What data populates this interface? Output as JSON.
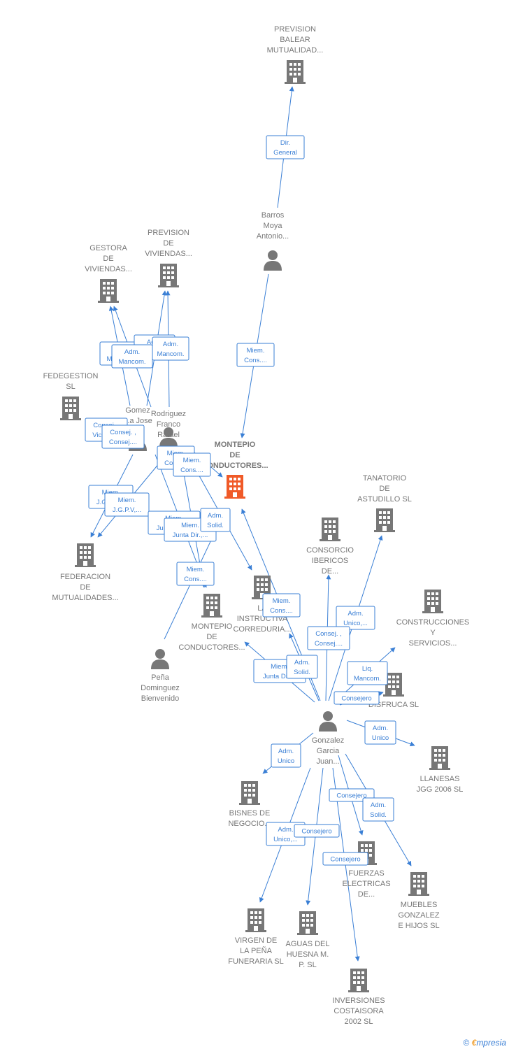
{
  "colors": {
    "node": "#777777",
    "focus": "#f05a28",
    "edge": "#3a7fd5"
  },
  "nodes": [
    {
      "id": "prevision_balear",
      "type": "company",
      "lines": [
        "PREVISION",
        "BALEAR",
        "MUTUALIDAD..."
      ]
    },
    {
      "id": "barros",
      "type": "person",
      "lines": [
        "Barros",
        "Moya",
        "Antonio..."
      ]
    },
    {
      "id": "gestora",
      "type": "company",
      "lines": [
        "GESTORA",
        "DE",
        "VIVIENDAS..."
      ]
    },
    {
      "id": "prevision_viviendas",
      "type": "company",
      "lines": [
        "PREVISION",
        "DE",
        "VIVIENDAS..."
      ]
    },
    {
      "id": "fedegestion",
      "type": "company",
      "lines": [
        "FEDEGESTION",
        "SL"
      ]
    },
    {
      "id": "gomez",
      "type": "person",
      "lines": [
        "Gomez",
        "...a Jose"
      ]
    },
    {
      "id": "rodriguez",
      "type": "person",
      "lines": [
        "Rodriguez",
        "Franco",
        "Rafael"
      ]
    },
    {
      "id": "montepio_main",
      "type": "focus",
      "lines": [
        "MONTEPIO",
        "DE",
        "CONDUCTORES..."
      ]
    },
    {
      "id": "tanatorio",
      "type": "company",
      "lines": [
        "TANATORIO",
        "DE",
        "ASTUDILLO SL"
      ]
    },
    {
      "id": "consorcio",
      "type": "company",
      "lines": [
        "CONSORCIO",
        "IBERICOS",
        "DE..."
      ]
    },
    {
      "id": "federacion",
      "type": "company",
      "lines": [
        "FEDERACION",
        "DE",
        "MUTUALIDADES..."
      ]
    },
    {
      "id": "la_instructiva",
      "type": "company",
      "lines": [
        "LA",
        "INSTRUCTIVA",
        "CORREDURIA..."
      ]
    },
    {
      "id": "montepio2",
      "type": "company",
      "lines": [
        "MONTEPIO",
        "DE",
        "CONDUCTORES..."
      ]
    },
    {
      "id": "construcciones",
      "type": "company",
      "lines": [
        "CONSTRUCCIONES",
        "Y",
        "SERVICIOS..."
      ]
    },
    {
      "id": "disfruca",
      "type": "company",
      "lines": [
        "DISFRUCA SL"
      ]
    },
    {
      "id": "pena",
      "type": "person",
      "lines": [
        "Peña",
        "Dominguez",
        "Bienvenido"
      ]
    },
    {
      "id": "gonzalez",
      "type": "person",
      "lines": [
        "Gonzalez",
        "Garcia",
        "Juan..."
      ]
    },
    {
      "id": "llanesas",
      "type": "company",
      "lines": [
        "LLANESAS",
        "JGG 2006 SL"
      ]
    },
    {
      "id": "bisnes",
      "type": "company",
      "lines": [
        "BISNES DE",
        "NEGOCIO..."
      ]
    },
    {
      "id": "fuerzas",
      "type": "company",
      "lines": [
        "FUERZAS",
        "ELECTRICAS",
        "DE..."
      ]
    },
    {
      "id": "muebles",
      "type": "company",
      "lines": [
        "MUEBLES",
        "GONZALEZ",
        "E HIJOS SL"
      ]
    },
    {
      "id": "virgen",
      "type": "company",
      "lines": [
        "VIRGEN DE",
        "LA PEÑA",
        "FUNERARIA SL"
      ]
    },
    {
      "id": "aguas",
      "type": "company",
      "lines": [
        "AGUAS DEL",
        "HUESNA M.",
        "P.  SL"
      ]
    },
    {
      "id": "inversiones",
      "type": "company",
      "lines": [
        "INVERSIONES",
        "COSTAISORA",
        "2002  SL"
      ]
    }
  ],
  "relations": [
    {
      "id": "r_dir_general",
      "lines": [
        "Dir.",
        "General"
      ]
    },
    {
      "id": "r_miem_cons_barros",
      "lines": [
        "Miem.",
        "Cons...."
      ]
    },
    {
      "id": "r_adm_mancom_1",
      "lines": [
        "Adm.",
        "Mancom."
      ]
    },
    {
      "id": "r_adm_mancom_2",
      "lines": [
        "Adm.",
        "Mancom."
      ]
    },
    {
      "id": "r_adm_mancom_3",
      "lines": [
        "Adm.",
        "Mancom."
      ]
    },
    {
      "id": "r_adm_mancom_4",
      "lines": [
        "Adm.",
        "Mancom."
      ]
    },
    {
      "id": "r_consej_vicepres",
      "lines": [
        "Consej. ,",
        "Vicepres."
      ]
    },
    {
      "id": "r_consej_2",
      "lines": [
        "Consej. ,",
        "Consej...."
      ]
    },
    {
      "id": "r_miem_cons_1",
      "lines": [
        "Miem.",
        "Cons...."
      ]
    },
    {
      "id": "r_miem_cons_2",
      "lines": [
        "Miem.",
        "Cons...."
      ]
    },
    {
      "id": "r_miem_jgpv_1",
      "lines": [
        "Miem.",
        "J.G.P.V,..."
      ]
    },
    {
      "id": "r_miem_jgpv_2",
      "lines": [
        "Miem.",
        "J.G.P.V,..."
      ]
    },
    {
      "id": "r_miem_junta_1",
      "lines": [
        "Miem.",
        "Junta Dir.,..."
      ]
    },
    {
      "id": "r_miem_junta_2",
      "lines": [
        "Miem.",
        "Junta Dir.,..."
      ]
    },
    {
      "id": "r_adm_solid_1",
      "lines": [
        "Adm.",
        "Solid."
      ]
    },
    {
      "id": "r_miem_cons_pena",
      "lines": [
        "Miem.",
        "Cons...."
      ]
    },
    {
      "id": "r_miem_cons_gonz",
      "lines": [
        "Miem.",
        "Cons...."
      ]
    },
    {
      "id": "r_adm_unico_1",
      "lines": [
        "Adm.",
        "Unico,..."
      ]
    },
    {
      "id": "r_consej_gonz",
      "lines": [
        "Consej. ,",
        "Consej...."
      ]
    },
    {
      "id": "r_miem_junta_gonz",
      "lines": [
        "Miem.",
        "Junta Dir...."
      ]
    },
    {
      "id": "r_adm_solid_2",
      "lines": [
        "Adm.",
        "Solid."
      ]
    },
    {
      "id": "r_liq_mancom",
      "lines": [
        "Liq.",
        "Mancom."
      ]
    },
    {
      "id": "r_consejero_1",
      "lines": [
        "Consejero"
      ]
    },
    {
      "id": "r_adm_unico_2",
      "lines": [
        "Adm.",
        "Unico"
      ]
    },
    {
      "id": "r_adm_unico_3",
      "lines": [
        "Adm.",
        "Unico"
      ]
    },
    {
      "id": "r_consejero_2",
      "lines": [
        "Consejero"
      ]
    },
    {
      "id": "r_adm_solid_3",
      "lines": [
        "Adm.",
        "Solid."
      ]
    },
    {
      "id": "r_adm_unico_4",
      "lines": [
        "Adm.",
        "Unico,..."
      ]
    },
    {
      "id": "r_consejero_3",
      "lines": [
        "Consejero"
      ]
    },
    {
      "id": "r_consejero_4",
      "lines": [
        "Consejero"
      ]
    }
  ],
  "footer": {
    "copyright": "©",
    "brand_initial": "€",
    "brand_rest": "mpresia"
  }
}
